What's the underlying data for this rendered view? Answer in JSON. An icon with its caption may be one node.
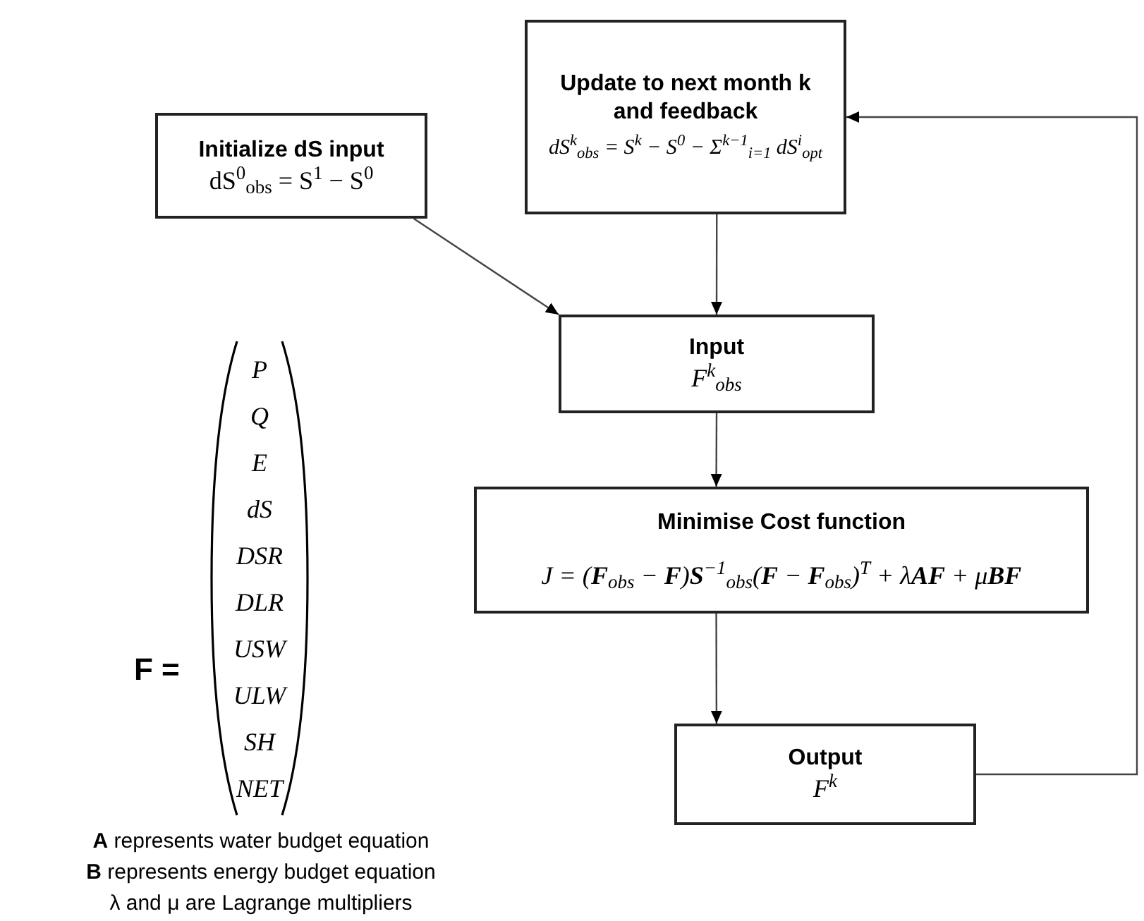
{
  "diagram": {
    "nodes": [
      {
        "text": [
          "Initialize dS  input",
          "dS$^{0}$$_{obs}$ = S$^{1}$ − S$^{0}$"
        ]
      },
      {
        "text": [
          "Update to next month k and feedback",
          "dS$^{k}$$_{obs}$ = S$^{k}$ − S$^{0}$ − Σ$^{k−1}$$_{i=1}$ dS$^{i}$$_{opt}$"
        ]
      },
      {
        "text": [
          "Input",
          "F$^{k}$$_{obs}$"
        ]
      },
      {
        "text": [
          "Minimise Cost function",
          "J = (**F**$_{obs}$ − **F**)**S**$^{−1}$$_{obs}$(**F** − **F**$_{obs}$)$^{T}$ + λ**AF** + μ**BF**"
        ]
      },
      {
        "text": [
          "Output",
          "F$^{k}$"
        ]
      }
    ],
    "edges": [
      {
        "from": 0,
        "to": 2,
        "arrow": "to"
      },
      {
        "from": 1,
        "to": 2,
        "arrow": "to"
      },
      {
        "from": 2,
        "to": 3,
        "arrow": "to"
      },
      {
        "from": 3,
        "to": 4,
        "arrow": "to"
      },
      {
        "from": 4,
        "to": 1,
        "arrow": "to"
      }
    ],
    "labels": [
      "F =",
      "P",
      "Q",
      "E",
      "dS",
      "DSR",
      "DLR",
      "USW",
      "ULW",
      "SH",
      "NET",
      "**A** represents water budget equation",
      "**B** represents energy budget equation",
      "λ and μ are Lagrange multipliers"
    ]
  }
}
